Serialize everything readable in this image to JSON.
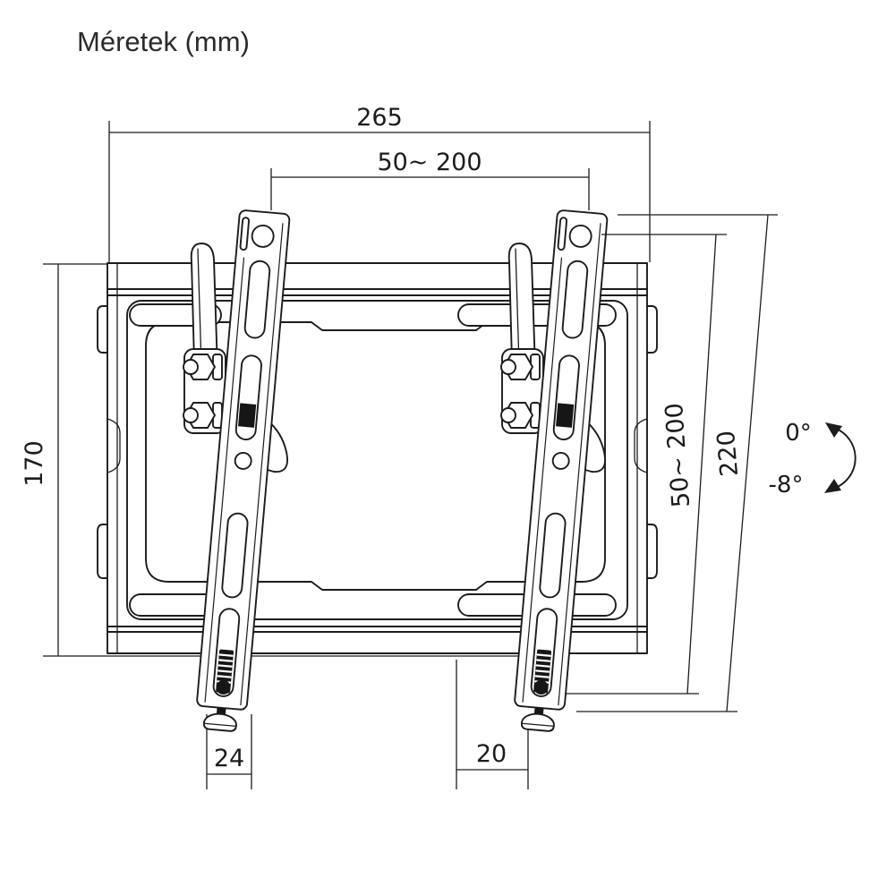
{
  "title": "Méretek (mm)",
  "dims": {
    "total_width": "265",
    "vesa_width": "50~ 200",
    "plate_height": "170",
    "vesa_height": "50~ 200",
    "rail_length": "220",
    "bottom_left_width": "24",
    "bottom_right_gap": "20",
    "tilt_up": "0°",
    "tilt_down": "-8°"
  },
  "colors": {
    "line": "#1c1c1c",
    "background": "#ffffff"
  }
}
